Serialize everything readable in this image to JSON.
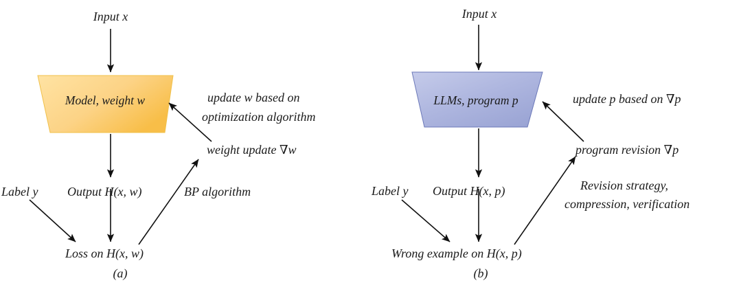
{
  "figure": {
    "title": "",
    "panels": [
      {
        "id": "a",
        "caption": "(a)",
        "node": {
          "label": "Model, weight w",
          "fill_start": "#FFE3A3",
          "fill_end": "#F7B731",
          "border": "#F0C04A"
        },
        "input_label": "Input x",
        "label_y": "Label y",
        "output_label": "Output H(x, w)",
        "bottom_label": "Loss on H(x, w)",
        "edge_up_label": "BP algorithm",
        "gradient_label": "weight update ∇w",
        "update_line1": "update w based on",
        "update_line2": "optimization algorithm"
      },
      {
        "id": "b",
        "caption": "(b)",
        "node": {
          "label": "LLMs, program p",
          "fill_start": "#C3CAE8",
          "fill_end": "#9AA4D4",
          "border": "#6B78B8"
        },
        "input_label": "Input x",
        "label_y": "Label y",
        "output_label": "Output H(x, p)",
        "bottom_label": "Wrong example on H(x, p)",
        "edge_up_label_line1": "Revision strategy,",
        "edge_up_label_line2": "compression, verification",
        "gradient_label": "program revision ∇p",
        "update_line1": "update p based on ∇p",
        "update_line2": ""
      }
    ],
    "colors": {
      "background": "#FFFFFF",
      "arrow": "#111111",
      "text": "#1A1A1A"
    }
  }
}
